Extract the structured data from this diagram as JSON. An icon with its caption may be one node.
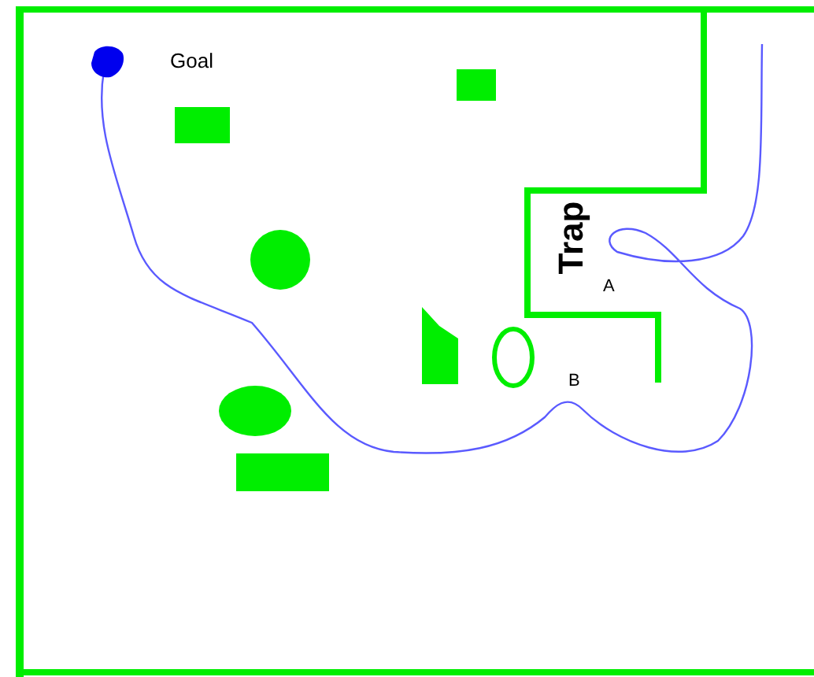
{
  "diagram": {
    "labels": [
      "Goal",
      "Trap",
      "A",
      "B"
    ]
  }
}
